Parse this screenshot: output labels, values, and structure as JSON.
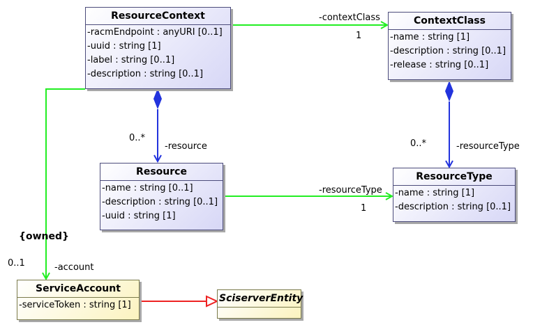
{
  "classes": {
    "resource_context": {
      "name": "ResourceContext",
      "attributes": [
        "-racmEndpoint : anyURI [0..1]",
        "-uuid : string [1]",
        "-label : string [0..1]",
        "-description : string [0..1]"
      ]
    },
    "context_class": {
      "name": "ContextClass",
      "attributes": [
        "-name : string [1]",
        "-description : string [0..1]",
        "-release : string [0..1]"
      ]
    },
    "resource": {
      "name": "Resource",
      "attributes": [
        "-name : string [0..1]",
        "-description : string [0..1]",
        "-uuid : string [1]"
      ]
    },
    "resource_type": {
      "name": "ResourceType",
      "attributes": [
        "-name : string [1]",
        "-description : string [0..1]"
      ]
    },
    "service_account": {
      "name": "ServiceAccount",
      "attributes": [
        "-serviceToken : string [1]"
      ]
    },
    "sciserver_entity": {
      "name": "SciserverEntity",
      "attributes": []
    }
  },
  "associations": {
    "context_class": {
      "role": "-contextClass",
      "multiplicity": "1"
    },
    "resource": {
      "role": "-resource",
      "multiplicity": "0..*"
    },
    "resource_type_from_class": {
      "role": "-resourceType",
      "multiplicity": "0..*"
    },
    "resource_type_from_resource": {
      "role": "-resourceType",
      "multiplicity": "1"
    },
    "account": {
      "role": "-account",
      "multiplicity": "0..1",
      "constraint": "{owned}"
    }
  },
  "colors": {
    "association": "#22ee22",
    "composition": "#2233dd",
    "generalization": "#ee2222",
    "class_fill": "#d7d7f6",
    "highlight_fill": "#fbf3bf"
  }
}
